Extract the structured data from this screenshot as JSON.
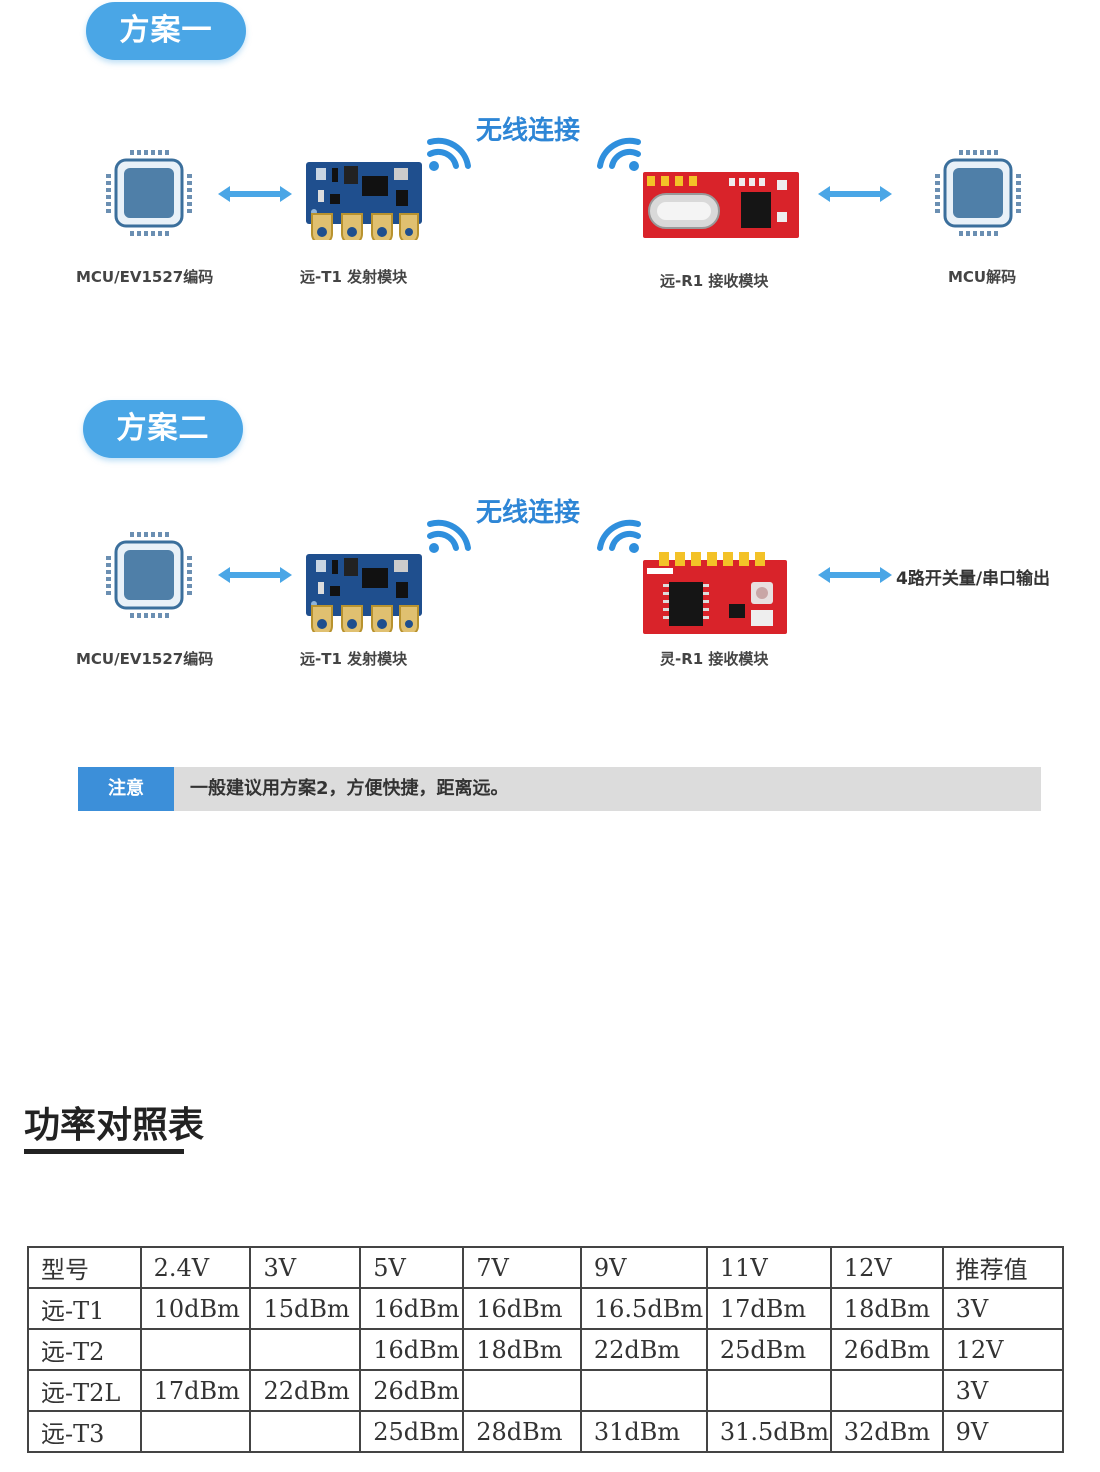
{
  "scheme1": {
    "badge": "方案一",
    "wireless": "无线连接",
    "labels": [
      "MCU/EV1527编码",
      "远-T1 发射模块",
      "远-R1 接收模块",
      "MCU解码"
    ]
  },
  "scheme2": {
    "badge": "方案二",
    "wireless": "无线连接",
    "labels": [
      "MCU/EV1527编码",
      "远-T1 发射模块",
      "灵-R1 接收模块"
    ],
    "output": "4路开关量/串口输出"
  },
  "note": {
    "tag": "注意",
    "text": "一般建议用方案2，方便快捷，距离远。"
  },
  "power_table": {
    "title": "功率对照表",
    "columns": [
      "型号",
      "2.4V",
      "3V",
      "5V",
      "7V",
      "9V",
      "11V",
      "12V",
      "推荐值"
    ],
    "rows": [
      [
        "远-T1",
        "10dBm",
        "15dBm",
        "16dBm",
        "16dBm",
        "16.5dBm",
        "17dBm",
        "18dBm",
        "3V"
      ],
      [
        "远-T2",
        "",
        "",
        "16dBm",
        "18dBm",
        "22dBm",
        "25dBm",
        "26dBm",
        "12V"
      ],
      [
        "远-T2L",
        "17dBm",
        "22dBm",
        "26dBm",
        "",
        "",
        "",
        "",
        "3V"
      ],
      [
        "远-T3",
        "",
        "",
        "25dBm",
        "28dBm",
        "31dBm",
        "31.5dBm",
        "32dBm",
        "9V"
      ]
    ]
  },
  "colors": {
    "accent": "#4aa6e6",
    "tx_board": "#1f4f8e",
    "rx_board": "#d9232a",
    "chip": "#4f7fa8"
  }
}
